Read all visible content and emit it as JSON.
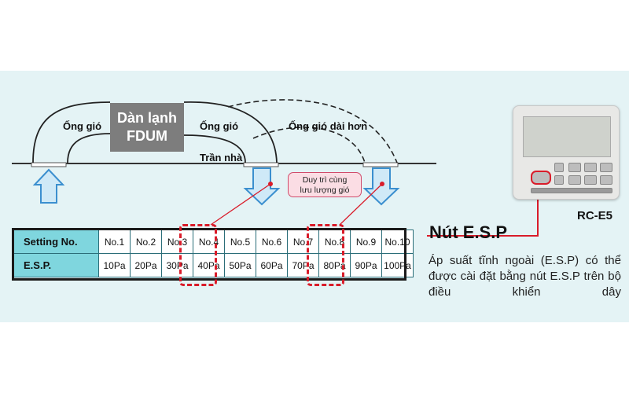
{
  "diagram": {
    "unit_name_line1": "Dàn lạnh",
    "unit_name_line2": "FDUM",
    "duct_left_label": "Ống gió",
    "duct_right_label": "Ống gió",
    "duct_long_label": "Ống gió dài hơn",
    "ceiling_label": "Trần nhà",
    "note_line1": "Duy trì cùng",
    "note_line2": "lưu lượng gió"
  },
  "table": {
    "row_headers": [
      "Setting No.",
      "E.S.P."
    ],
    "settings": [
      "No.1",
      "No.2",
      "No.3",
      "No.4",
      "No.5",
      "No.6",
      "No.7",
      "No.8",
      "No.9",
      "No.10"
    ],
    "esp_values": [
      "10Pa",
      "20Pa",
      "30Pa",
      "40Pa",
      "50Pa",
      "60Pa",
      "70Pa",
      "80Pa",
      "90Pa",
      "100Pa"
    ],
    "highlighted_settings": [
      "No.4",
      "No.8"
    ]
  },
  "remote": {
    "model": "RC-E5",
    "button_title": "Nút E.S.P",
    "description": "Áp suất tĩnh ngoài (E.S.P) có thể được cài đặt bằng nút E.S.P trên bộ điều khiển dây"
  },
  "colors": {
    "background_panel": "#e4f3f5",
    "table_header": "#7fd6de",
    "highlight": "#d91c2a",
    "arrow_fill": "#cfe9f7",
    "arrow_stroke": "#3b8fcf",
    "unit_box": "#7d7d7d"
  }
}
